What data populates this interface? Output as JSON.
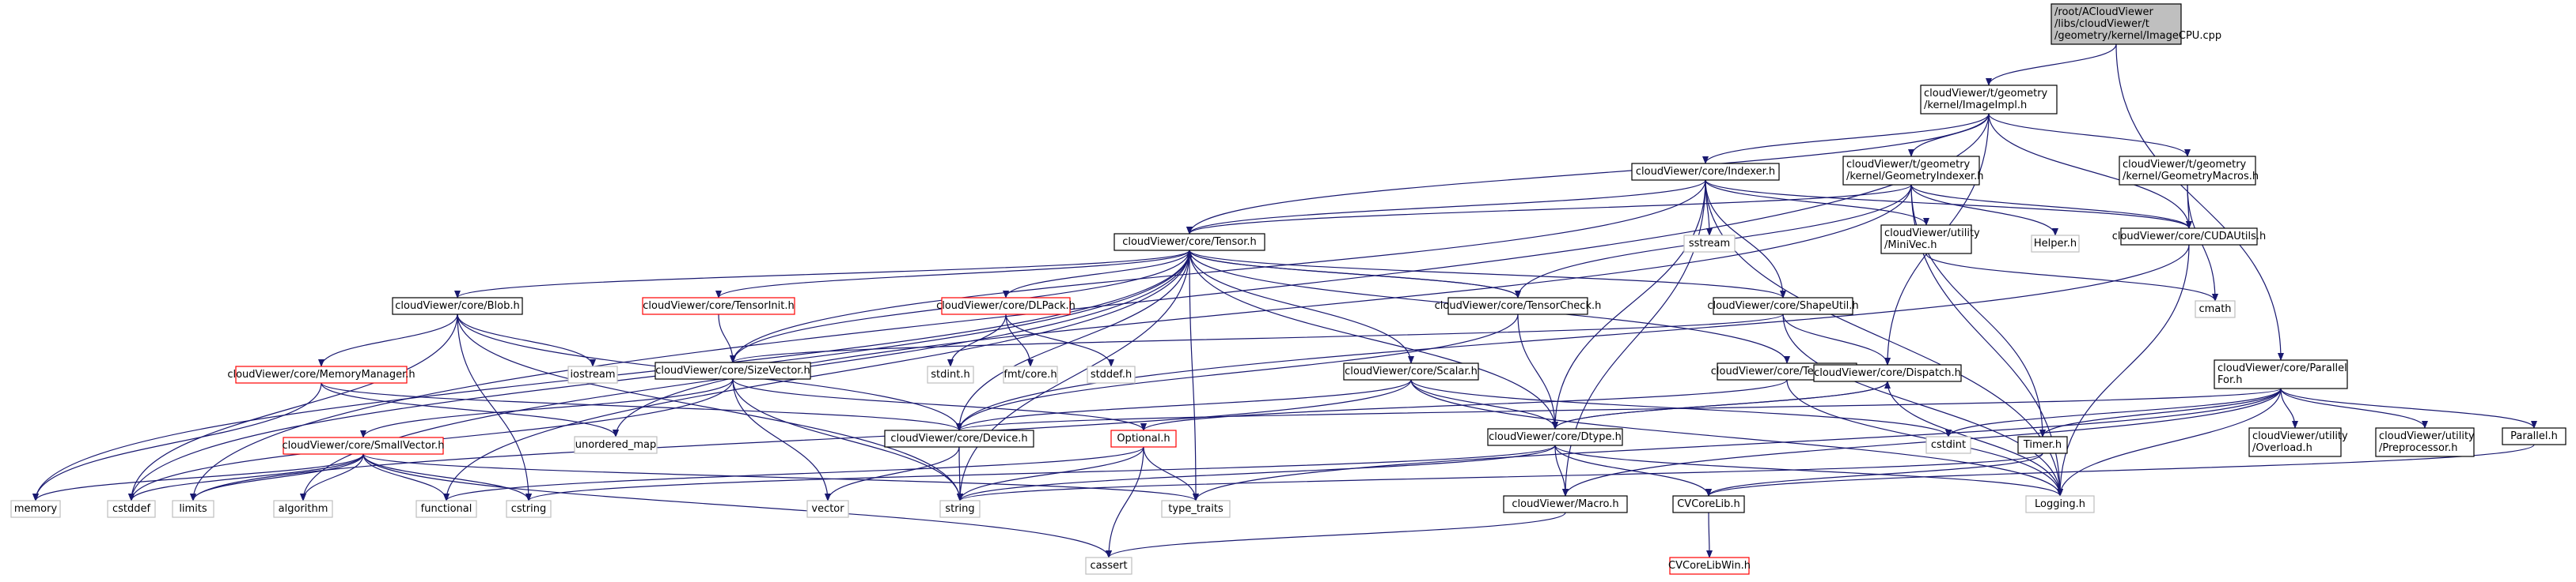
{
  "title": "Include dependency graph for ImageCPU.cpp",
  "nodes": [
    {
      "id": "root",
      "label": [
        "/root/ACloudViewer",
        "/libs/cloudViewer/t",
        "/geometry/kernel/ImageCPU.cpp"
      ],
      "kind": "root"
    },
    {
      "id": "imageimpl",
      "label": [
        "cloudViewer/t/geometry",
        "/kernel/ImageImpl.h"
      ],
      "kind": "normal"
    },
    {
      "id": "indexer",
      "label": [
        "cloudViewer/core/Indexer.h"
      ],
      "kind": "normal"
    },
    {
      "id": "geomindexer",
      "label": [
        "cloudViewer/t/geometry",
        "/kernel/GeometryIndexer.h"
      ],
      "kind": "normal"
    },
    {
      "id": "geommacros",
      "label": [
        "cloudViewer/t/geometry",
        "/kernel/GeometryMacros.h"
      ],
      "kind": "normal"
    },
    {
      "id": "cudautils",
      "label": [
        "cloudViewer/core/CUDAUtils.h"
      ],
      "kind": "normal"
    },
    {
      "id": "tensor",
      "label": [
        "cloudViewer/core/Tensor.h"
      ],
      "kind": "normal"
    },
    {
      "id": "sstream",
      "label": [
        "sstream"
      ],
      "kind": "sys"
    },
    {
      "id": "minivec",
      "label": [
        "cloudViewer/utility",
        "/MiniVec.h"
      ],
      "kind": "normal"
    },
    {
      "id": "helper",
      "label": [
        "Helper.h"
      ],
      "kind": "sys"
    },
    {
      "id": "cmath",
      "label": [
        "cmath"
      ],
      "kind": "sys"
    },
    {
      "id": "blob",
      "label": [
        "cloudViewer/core/Blob.h"
      ],
      "kind": "normal"
    },
    {
      "id": "tensorinit",
      "label": [
        "cloudViewer/core/TensorInit.h"
      ],
      "kind": "red"
    },
    {
      "id": "dlpack",
      "label": [
        "cloudViewer/core/DLPack.h"
      ],
      "kind": "red"
    },
    {
      "id": "tensorcheck",
      "label": [
        "cloudViewer/core/TensorCheck.h"
      ],
      "kind": "normal"
    },
    {
      "id": "shapeutil",
      "label": [
        "cloudViewer/core/ShapeUtil.h"
      ],
      "kind": "normal"
    },
    {
      "id": "memmgr",
      "label": [
        "cloudViewer/core/MemoryManager.h"
      ],
      "kind": "red"
    },
    {
      "id": "iostream",
      "label": [
        "iostream"
      ],
      "kind": "sys"
    },
    {
      "id": "sizevector",
      "label": [
        "cloudViewer/core/SizeVector.h"
      ],
      "kind": "normal"
    },
    {
      "id": "stdint",
      "label": [
        "stdint.h"
      ],
      "kind": "sys"
    },
    {
      "id": "fmtcore",
      "label": [
        "fmt/core.h"
      ],
      "kind": "sys"
    },
    {
      "id": "stddef",
      "label": [
        "stddef.h"
      ],
      "kind": "sys"
    },
    {
      "id": "scalar",
      "label": [
        "cloudViewer/core/Scalar.h"
      ],
      "kind": "normal"
    },
    {
      "id": "tensorkey",
      "label": [
        "cloudViewer/core/TensorKey.h"
      ],
      "kind": "normal"
    },
    {
      "id": "dispatch",
      "label": [
        "cloudViewer/core/Dispatch.h"
      ],
      "kind": "normal"
    },
    {
      "id": "parallelfor",
      "label": [
        "cloudViewer/core/Parallel",
        "For.h"
      ],
      "kind": "normal"
    },
    {
      "id": "smallvector",
      "label": [
        "cloudViewer/core/SmallVector.h"
      ],
      "kind": "red"
    },
    {
      "id": "unordered_map",
      "label": [
        "unordered_map"
      ],
      "kind": "sys"
    },
    {
      "id": "device",
      "label": [
        "cloudViewer/core/Device.h"
      ],
      "kind": "normal"
    },
    {
      "id": "optional",
      "label": [
        "Optional.h"
      ],
      "kind": "red"
    },
    {
      "id": "dtype",
      "label": [
        "cloudViewer/core/Dtype.h"
      ],
      "kind": "normal"
    },
    {
      "id": "cstdint",
      "label": [
        "cstdint"
      ],
      "kind": "sys"
    },
    {
      "id": "timer",
      "label": [
        "Timer.h"
      ],
      "kind": "normal"
    },
    {
      "id": "overload",
      "label": [
        "cloudViewer/utility",
        "/Overload.h"
      ],
      "kind": "normal"
    },
    {
      "id": "preprocessor",
      "label": [
        "cloudViewer/utility",
        "/Preprocessor.h"
      ],
      "kind": "normal"
    },
    {
      "id": "parallel",
      "label": [
        "Parallel.h"
      ],
      "kind": "normal"
    },
    {
      "id": "memory",
      "label": [
        "memory"
      ],
      "kind": "sys"
    },
    {
      "id": "cstddef",
      "label": [
        "cstddef"
      ],
      "kind": "sys"
    },
    {
      "id": "limits",
      "label": [
        "limits"
      ],
      "kind": "sys"
    },
    {
      "id": "algorithm",
      "label": [
        "algorithm"
      ],
      "kind": "sys"
    },
    {
      "id": "functional",
      "label": [
        "functional"
      ],
      "kind": "sys"
    },
    {
      "id": "cstring",
      "label": [
        "cstring"
      ],
      "kind": "sys"
    },
    {
      "id": "string",
      "label": [
        "string"
      ],
      "kind": "sys"
    },
    {
      "id": "vector",
      "label": [
        "vector"
      ],
      "kind": "sys"
    },
    {
      "id": "type_traits",
      "label": [
        "type_traits"
      ],
      "kind": "sys"
    },
    {
      "id": "macro",
      "label": [
        "cloudViewer/Macro.h"
      ],
      "kind": "normal"
    },
    {
      "id": "cvcorelib",
      "label": [
        "CVCoreLib.h"
      ],
      "kind": "normal"
    },
    {
      "id": "logging",
      "label": [
        "Logging.h"
      ],
      "kind": "sys"
    },
    {
      "id": "cassert",
      "label": [
        "cassert"
      ],
      "kind": "sys"
    },
    {
      "id": "cvcorelibwin",
      "label": [
        "CVCoreLibWin.h"
      ],
      "kind": "red"
    }
  ],
  "edges": [
    [
      "root",
      "imageimpl"
    ],
    [
      "root",
      "parallelfor"
    ],
    [
      "imageimpl",
      "indexer"
    ],
    [
      "imageimpl",
      "geomindexer"
    ],
    [
      "imageimpl",
      "geommacros"
    ],
    [
      "imageimpl",
      "cudautils"
    ],
    [
      "imageimpl",
      "tensor"
    ],
    [
      "imageimpl",
      "dispatch"
    ],
    [
      "imageimpl",
      "limits"
    ],
    [
      "indexer",
      "sstream"
    ],
    [
      "indexer",
      "tensor"
    ],
    [
      "indexer",
      "minivec"
    ],
    [
      "indexer",
      "shapeutil"
    ],
    [
      "indexer",
      "sizevector"
    ],
    [
      "indexer",
      "cudautils"
    ],
    [
      "indexer",
      "dtype"
    ],
    [
      "indexer",
      "logging"
    ],
    [
      "indexer",
      "macro"
    ],
    [
      "geomindexer",
      "tensor"
    ],
    [
      "geomindexer",
      "helper"
    ],
    [
      "geomindexer",
      "cudautils"
    ],
    [
      "geomindexer",
      "tensorcheck"
    ],
    [
      "geomindexer",
      "logging"
    ],
    [
      "geomindexer",
      "unordered_map"
    ],
    [
      "geomindexer",
      "timer"
    ],
    [
      "geommacros",
      "cudautils"
    ],
    [
      "geommacros",
      "cmath"
    ],
    [
      "minivec",
      "cmath"
    ],
    [
      "cudautils",
      "logging"
    ],
    [
      "cudautils",
      "device"
    ],
    [
      "tensor",
      "blob"
    ],
    [
      "tensor",
      "tensorinit"
    ],
    [
      "tensor",
      "dlpack"
    ],
    [
      "tensor",
      "tensorcheck"
    ],
    [
      "tensor",
      "shapeutil"
    ],
    [
      "tensor",
      "tensorkey"
    ],
    [
      "tensor",
      "scalar"
    ],
    [
      "tensor",
      "sizevector"
    ],
    [
      "tensor",
      "device"
    ],
    [
      "tensor",
      "dtype"
    ],
    [
      "tensor",
      "memory"
    ],
    [
      "tensor",
      "cstddef"
    ],
    [
      "tensor",
      "algorithm"
    ],
    [
      "tensor",
      "string"
    ],
    [
      "tensor",
      "type_traits"
    ],
    [
      "tensor",
      "functional"
    ],
    [
      "tensorcheck",
      "tensor"
    ],
    [
      "tensorcheck",
      "device"
    ],
    [
      "tensorcheck",
      "dtype"
    ],
    [
      "blob",
      "memmgr"
    ],
    [
      "blob",
      "iostream"
    ],
    [
      "blob",
      "device"
    ],
    [
      "blob",
      "cstddef"
    ],
    [
      "blob",
      "string"
    ],
    [
      "blob",
      "cstring"
    ],
    [
      "tensorinit",
      "sizevector"
    ],
    [
      "dlpack",
      "stdint"
    ],
    [
      "dlpack",
      "fmtcore"
    ],
    [
      "dlpack",
      "stddef"
    ],
    [
      "shapeutil",
      "sizevector"
    ],
    [
      "shapeutil",
      "dispatch"
    ],
    [
      "shapeutil",
      "logging"
    ],
    [
      "memmgr",
      "device"
    ],
    [
      "memmgr",
      "memory"
    ],
    [
      "memmgr",
      "unordered_map"
    ],
    [
      "sizevector",
      "smallvector"
    ],
    [
      "sizevector",
      "optional"
    ],
    [
      "sizevector",
      "vector"
    ],
    [
      "sizevector",
      "string"
    ],
    [
      "sizevector",
      "cstddef"
    ],
    [
      "scalar",
      "dtype"
    ],
    [
      "scalar",
      "device"
    ],
    [
      "scalar",
      "cstdint"
    ],
    [
      "scalar",
      "logging"
    ],
    [
      "scalar",
      "limits"
    ],
    [
      "tensorkey",
      "optional"
    ],
    [
      "tensorkey",
      "logging"
    ],
    [
      "dispatch",
      "dtype"
    ],
    [
      "dispatch",
      "logging"
    ],
    [
      "parallelfor",
      "device"
    ],
    [
      "parallelfor",
      "timer"
    ],
    [
      "parallelfor",
      "overload"
    ],
    [
      "parallelfor",
      "preprocessor"
    ],
    [
      "parallelfor",
      "parallel"
    ],
    [
      "parallelfor",
      "cstdint"
    ],
    [
      "parallelfor",
      "logging"
    ],
    [
      "parallelfor",
      "macro"
    ],
    [
      "parallelfor",
      "type_traits"
    ],
    [
      "smallvector",
      "memory"
    ],
    [
      "smallvector",
      "cstddef"
    ],
    [
      "smallvector",
      "limits"
    ],
    [
      "smallvector",
      "algorithm"
    ],
    [
      "smallvector",
      "functional"
    ],
    [
      "smallvector",
      "cstring"
    ],
    [
      "smallvector",
      "type_traits"
    ],
    [
      "smallvector",
      "cassert"
    ],
    [
      "device",
      "string"
    ],
    [
      "device",
      "vector"
    ],
    [
      "optional",
      "type_traits"
    ],
    [
      "optional",
      "string"
    ],
    [
      "optional",
      "cassert"
    ],
    [
      "optional",
      "functional"
    ],
    [
      "dtype",
      "string"
    ],
    [
      "dtype",
      "macro"
    ],
    [
      "dtype",
      "logging"
    ],
    [
      "dtype",
      "cvcorelib"
    ],
    [
      "dtype",
      "dispatch"
    ],
    [
      "dtype",
      "cstring"
    ],
    [
      "timer",
      "cvcorelib"
    ],
    [
      "timer",
      "string"
    ],
    [
      "parallel",
      "cvcorelib"
    ],
    [
      "macro",
      "cassert"
    ],
    [
      "cvcorelib",
      "cvcorelibwin"
    ]
  ]
}
